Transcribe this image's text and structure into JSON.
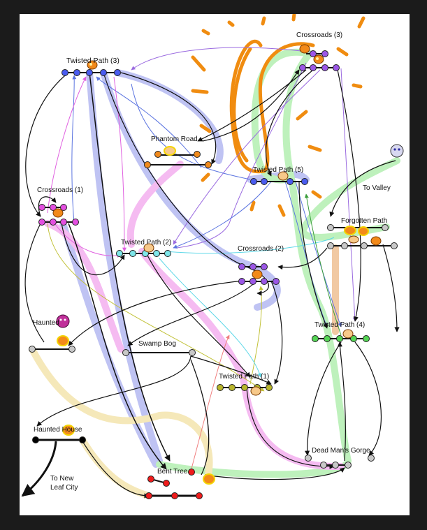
{
  "map": {
    "locations": [
      {
        "id": "twisted3",
        "label": "Twisted Path (3)"
      },
      {
        "id": "crossroads3",
        "label": "Crossroads (3)"
      },
      {
        "id": "phantom",
        "label": "Phantom Road"
      },
      {
        "id": "twisted5",
        "label": "Twisted Path (5)"
      },
      {
        "id": "tovalley",
        "label": "To Valley"
      },
      {
        "id": "crossroads1",
        "label": "Crossroads (1)"
      },
      {
        "id": "forgotten",
        "label": "Forgotten Path"
      },
      {
        "id": "twisted2",
        "label": "Twisted Path (2)"
      },
      {
        "id": "crossroads2",
        "label": "Crossroads (2)"
      },
      {
        "id": "haunted",
        "label": "Haunted"
      },
      {
        "id": "swamp",
        "label": "Swamp Bog"
      },
      {
        "id": "twisted4",
        "label": "Twisted Path (4)"
      },
      {
        "id": "twisted1",
        "label": "Twisted Path (1)"
      },
      {
        "id": "hauntedhouse",
        "label": "Haunted House"
      },
      {
        "id": "deadmans",
        "label": "Dead Man's Gorge"
      },
      {
        "id": "benttree",
        "label": "Bent Tree"
      },
      {
        "id": "toleaf1",
        "label": "To New"
      },
      {
        "id": "toleaf2",
        "label": "Leaf City"
      }
    ],
    "colors": {
      "blue_node": "#4a5cf0",
      "purple_node": "#9b57e6",
      "magenta_node": "#e34fe0",
      "orange_node": "#f08a1c",
      "cyan_node": "#7ee6ea",
      "green_node": "#55d455",
      "olive_node": "#b9b62c",
      "red_node": "#ee1c1c",
      "gray_node": "#c8c8c8",
      "black_node": "#000000",
      "highlight_blue": "#b9bdf2",
      "highlight_green": "#b7f0b5",
      "highlight_pink": "#f5b4f0",
      "highlight_yellow": "#f5e6b2",
      "highlight_tan": "#f0c49a",
      "scribble": "#f08c10"
    }
  }
}
